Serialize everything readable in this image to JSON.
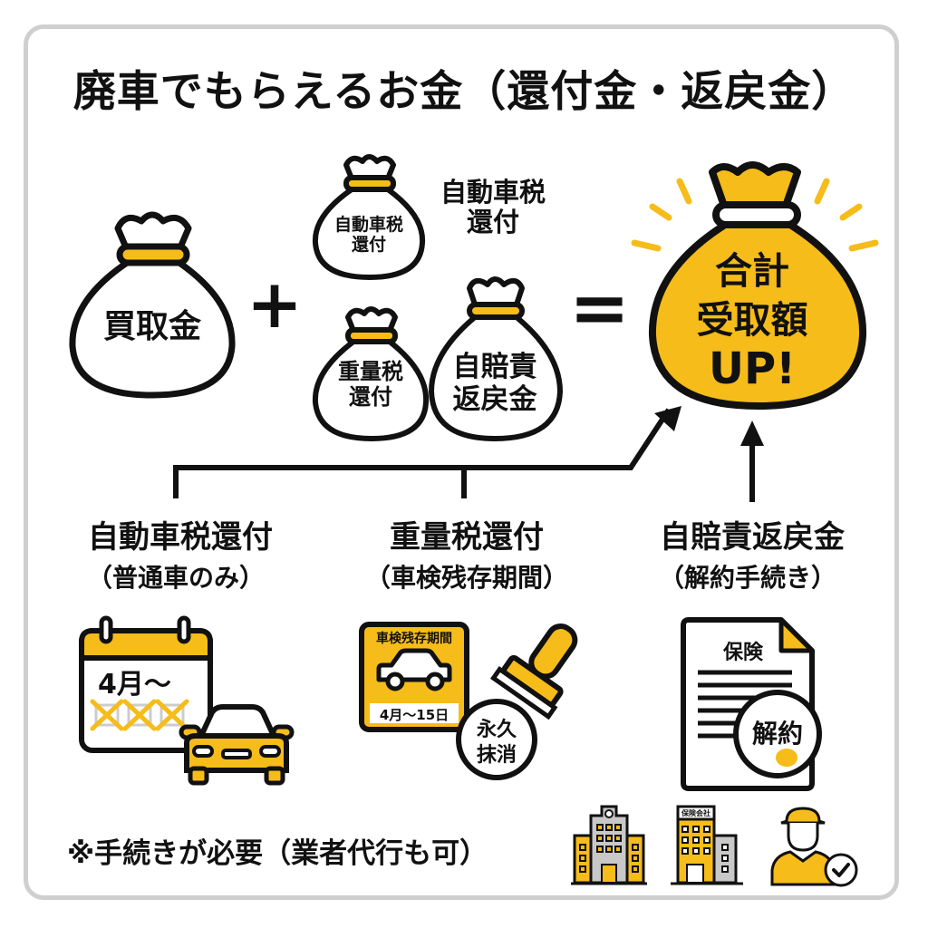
{
  "title": "廃車でもらえるお金（還付金・返戻金）",
  "colors": {
    "accent_yellow": "#F6BC1A",
    "outline": "#111111",
    "frame_border": "#CFCFCF",
    "building_gray": "#C8C8C8",
    "background": "#FFFFFF"
  },
  "equation": {
    "bag_purchase": "買取金",
    "plus": "+",
    "bag_auto_tax_line1": "自動車税",
    "bag_auto_tax_line2": "還付",
    "floating_label_line1": "自動車税",
    "floating_label_line2": "還付",
    "bag_weight_tax_line1": "重量税",
    "bag_weight_tax_line2": "還付",
    "bag_insurance_line1": "自賠責",
    "bag_insurance_line2": "返戻金",
    "equals": "=",
    "total_line1": "合計",
    "total_line2": "受取額",
    "total_line3": "UP!"
  },
  "sections": [
    {
      "title": "自動車税還付",
      "subtitle": "（普通車のみ）",
      "icon": "calendar-car-icon",
      "calendar_text": "4月〜"
    },
    {
      "title": "重量税還付",
      "subtitle": "（車検残存期間）",
      "icon": "inspection-sticker-stamp-icon",
      "sticker_header": "車検残存期間",
      "sticker_date": "4月〜15日",
      "stamp_line1": "永久",
      "stamp_line2": "抹消"
    },
    {
      "title": "自賠責返戻金",
      "subtitle": "（解約手続き）",
      "icon": "insurance-document-icon",
      "doc_header": "保険",
      "doc_stamp": "解約"
    }
  ],
  "footer": {
    "note": "※手続きが必要（業者代行も可）",
    "icons": [
      "government-building-icon",
      "insurance-company-building-icon",
      "agent-checkmark-icon"
    ],
    "insurance_building_sign": "保険会社"
  }
}
